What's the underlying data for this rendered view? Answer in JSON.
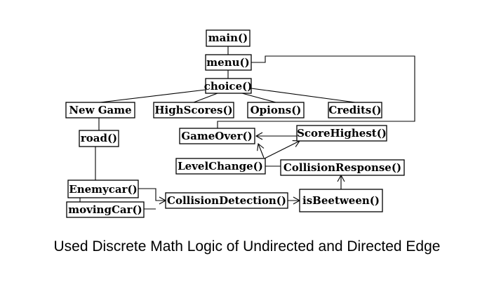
{
  "nodes": {
    "main": "main()",
    "menu": "menu()",
    "choice": "choice()",
    "new_game": "New Game",
    "high_scores": "HighScores()",
    "opions": "Opions()",
    "credits": "Credits()",
    "road": "road()",
    "game_over": "GameOver()",
    "score_highest": "ScoreHighest()",
    "level_change": "LevelChange()",
    "collision_response": "CollisionResponse()",
    "enemycar": "Enemycar()",
    "moving_car": "movingCar()",
    "collision_detection": "CollisionDetection()",
    "is_beetween": "isBeetween()"
  },
  "caption": "Used Discrete Math Logic of  Undirected and Directed Edge"
}
